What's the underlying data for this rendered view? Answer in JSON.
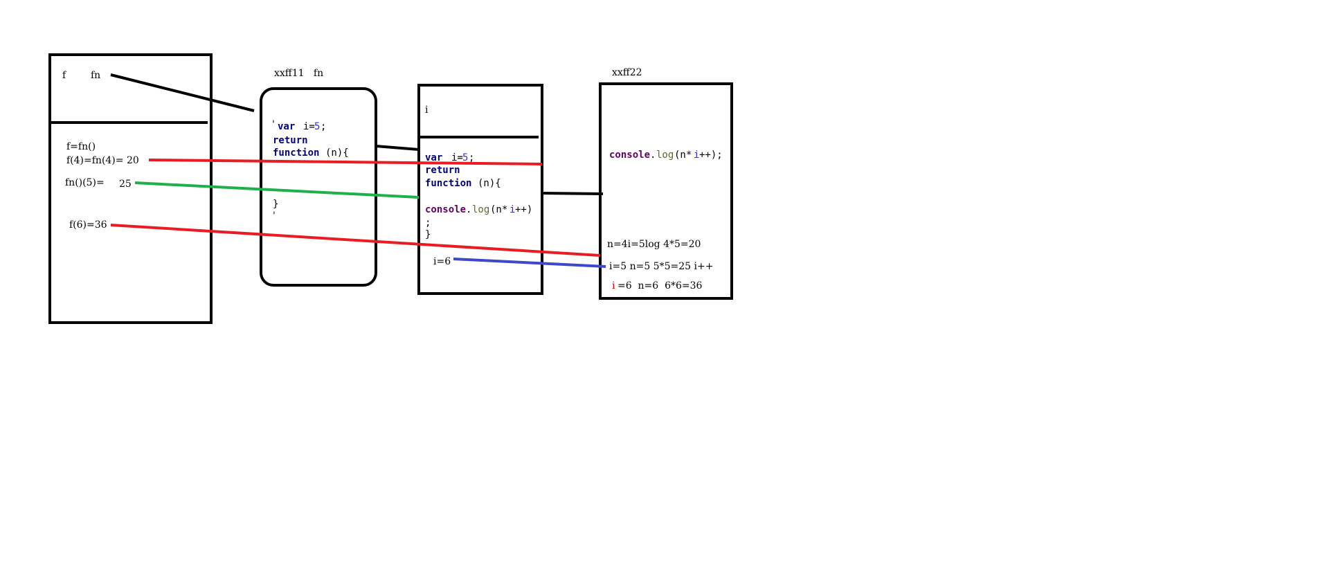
{
  "colors": {
    "stroke": "#000000",
    "red": "#e81c24",
    "green": "#1fb04b",
    "blue": "#3f48cc",
    "keyword": "#000080",
    "number": "#3333cc",
    "console": "#660066",
    "method": "#556b2f"
  },
  "stack": {
    "var_label": "f",
    "var_value": "fn",
    "line1": "f=fn()",
    "line2": "f(4)=fn(4)= 20",
    "line3_a": "fn()(5)=",
    "line3_b": "25",
    "line4": "f(6)=36"
  },
  "heap1": {
    "label": "xxff11   fn",
    "tick_top": "'",
    "code_var": "var",
    "code_i": "i=",
    "code_5": "5",
    "code_semi": ";",
    "code_return": "return",
    "code_function": "function",
    "code_params": "(n){",
    "code_close": "}",
    "tick_bottom": "'"
  },
  "scope": {
    "var_label": "i",
    "code_var": "var",
    "code_i": "i=",
    "code_5": "5",
    "code_semi": ";",
    "code_return": "return",
    "code_function": "function",
    "code_params": "(n){",
    "code_console": "console",
    "code_dot": ".",
    "code_log": "log",
    "code_args_a": "(n*",
    "code_args_i": "i",
    "code_args_b": "++)",
    "code_semi2": ";",
    "code_close": "}",
    "i_now": "i=6"
  },
  "heap2": {
    "label": "xxff22",
    "code_console": "console",
    "code_dot": ".",
    "code_log": "log",
    "code_args_a": "(n*",
    "code_args_i": "i",
    "code_args_b": "++);",
    "note1": "n=4i=5log 4*5=20",
    "note2": "i=5 n=5 5*5=25 i++",
    "note3_i": "i",
    "note3_rest": "=6  n=6  6*6=36"
  }
}
